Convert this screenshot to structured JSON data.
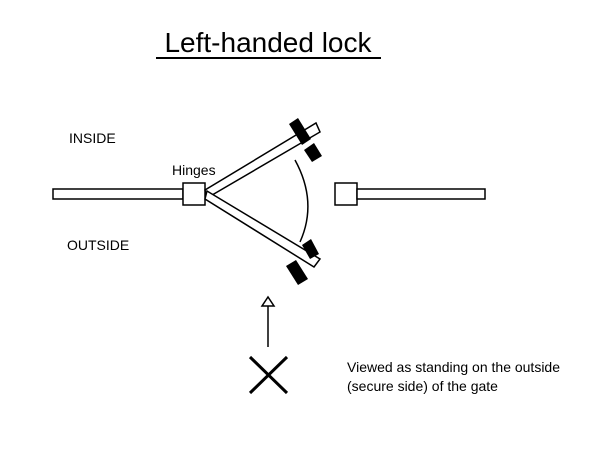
{
  "title": "Left-handed lock",
  "labels": {
    "inside": "INSIDE",
    "outside": "OUTSIDE",
    "hinges": "Hinges",
    "note_line1": "Viewed as standing on the outside",
    "note_line2": "(secure side) of the gate"
  },
  "colors": {
    "stroke": "#000000",
    "fill": "#ffffff",
    "lock": "#000000"
  }
}
